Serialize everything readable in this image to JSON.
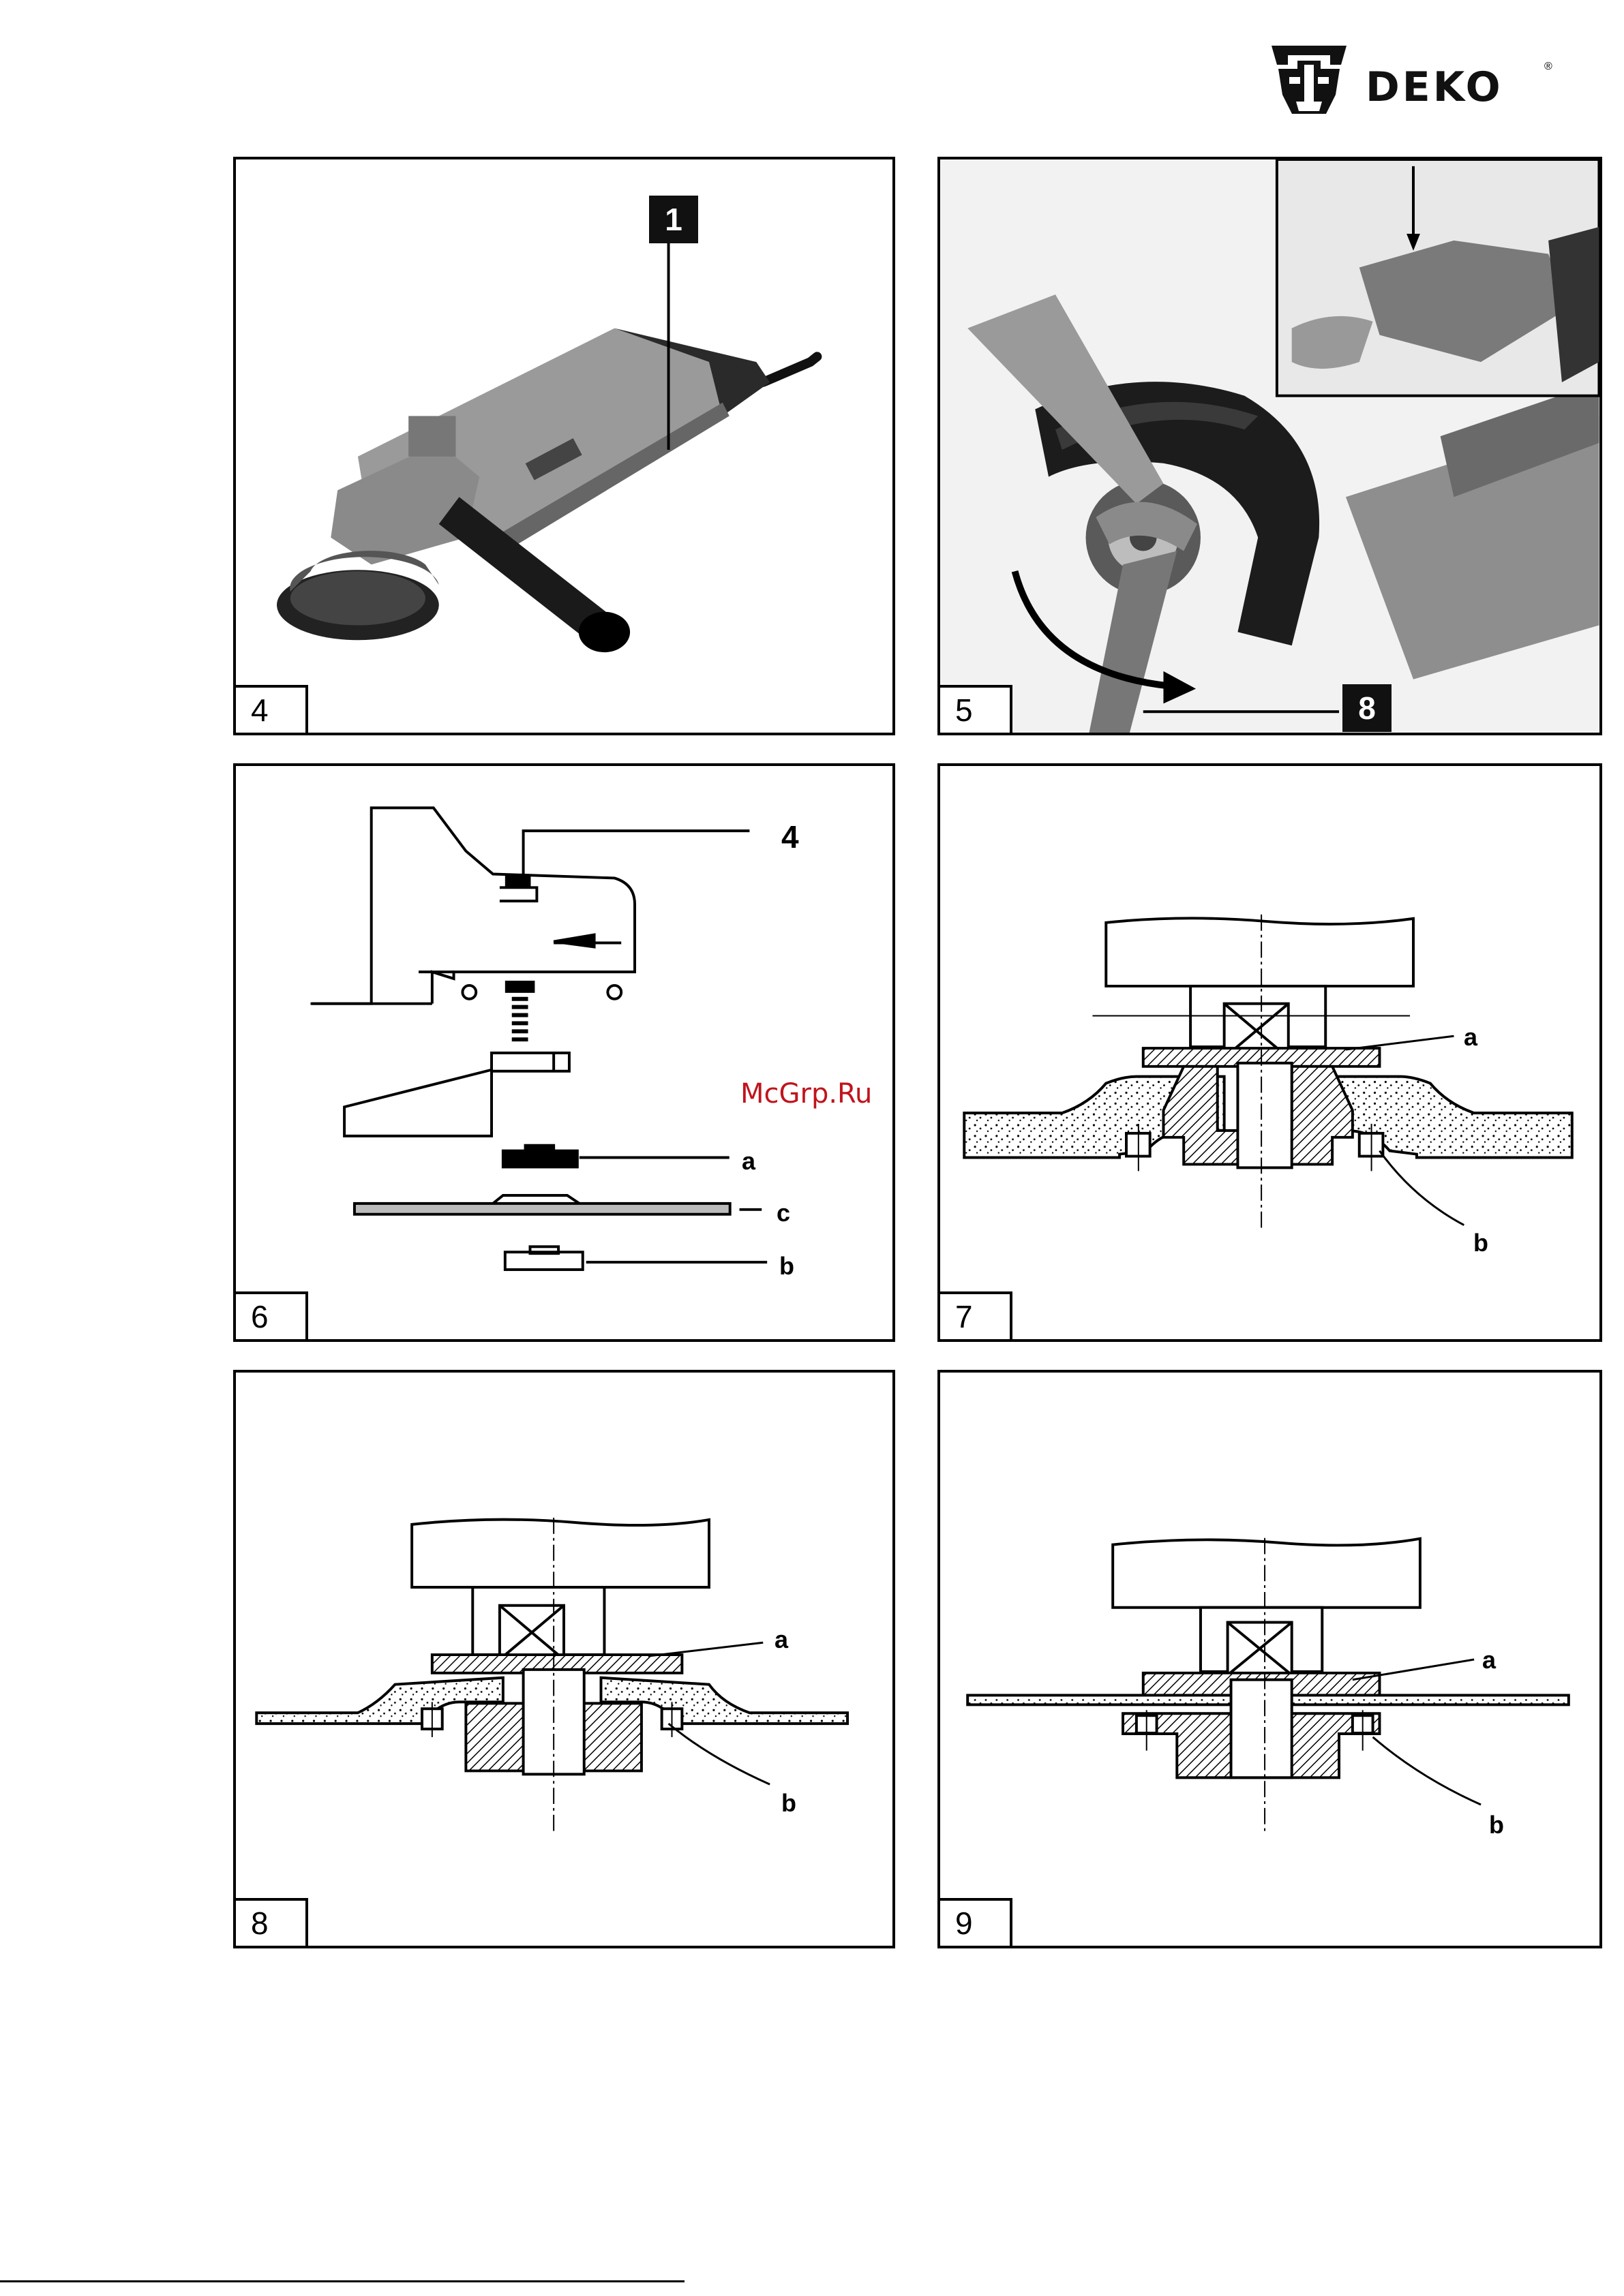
{
  "brand": {
    "name": "DEKO",
    "reg": "®"
  },
  "watermark": "McGrp.Ru",
  "figures": [
    {
      "number": "4",
      "callout": "1"
    },
    {
      "number": "5",
      "callout": "8"
    },
    {
      "number": "6",
      "labels": {
        "part": "4",
        "a": "a",
        "c": "c",
        "b": "b"
      }
    },
    {
      "number": "7",
      "labels": {
        "a": "a",
        "b": "b"
      }
    },
    {
      "number": "8",
      "labels": {
        "a": "a",
        "b": "b"
      }
    },
    {
      "number": "9",
      "labels": {
        "a": "a",
        "b": "b"
      }
    }
  ]
}
